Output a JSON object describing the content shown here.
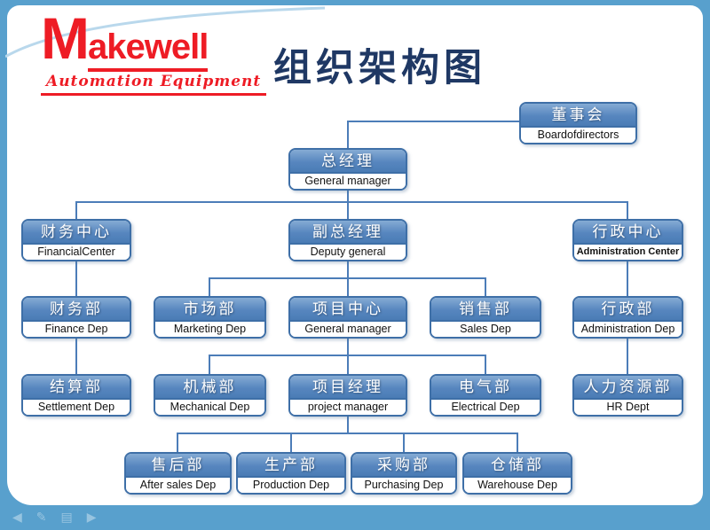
{
  "frame": {
    "bg_color": "#58a0cd",
    "footer_icons": [
      {
        "name": "prev-slide-arrow-icon",
        "glyph": "◀"
      },
      {
        "name": "pen-icon",
        "glyph": "✎"
      },
      {
        "name": "slide-menu-icon",
        "glyph": "▤"
      },
      {
        "name": "next-slide-arrow-icon",
        "glyph": "▶"
      }
    ]
  },
  "logo": {
    "initial": "M",
    "word_rest": "akewell",
    "subtitle": "Automation Equipment",
    "color": "#ee1c25"
  },
  "title": {
    "text": "组织架构图",
    "color": "#1f3864"
  },
  "org": {
    "colors": {
      "box_fill": "#4f81bd",
      "box_border": "#3e6fa7",
      "connector": "#4c7db8",
      "header_text": "#ffffff",
      "sub_text": "#111111"
    },
    "nodes": {
      "board": {
        "zh": "董事会",
        "en": "Boardofdirectors"
      },
      "gm": {
        "zh": "总经理",
        "en": "General manager"
      },
      "finance_center": {
        "zh": "财务中心",
        "en": "FinancialCenter"
      },
      "deputy_gm": {
        "zh": "副总经理",
        "en": "Deputy general"
      },
      "admin_center": {
        "zh": "行政中心",
        "en": "Administration Center"
      },
      "finance_dep": {
        "zh": "财务部",
        "en": "Finance Dep"
      },
      "marketing_dep": {
        "zh": "市场部",
        "en": "Marketing Dep"
      },
      "project_center": {
        "zh": "项目中心",
        "en": "General manager"
      },
      "sales_dep": {
        "zh": "销售部",
        "en": "Sales Dep"
      },
      "admin_dep": {
        "zh": "行政部",
        "en": "Administration Dep"
      },
      "settlement_dep": {
        "zh": "结算部",
        "en": "Settlement Dep"
      },
      "mechanical_dep": {
        "zh": "机械部",
        "en": "Mechanical Dep"
      },
      "project_manager": {
        "zh": "项目经理",
        "en": "project manager"
      },
      "electrical_dep": {
        "zh": "电气部",
        "en": "Electrical Dep"
      },
      "hr_dept": {
        "zh": "人力资源部",
        "en": "HR Dept"
      },
      "after_sales_dep": {
        "zh": "售后部",
        "en": "After sales Dep"
      },
      "production_dep": {
        "zh": "生产部",
        "en": "Production Dep"
      },
      "purchasing_dep": {
        "zh": "采购部",
        "en": "Purchasing Dep"
      },
      "warehouse_dep": {
        "zh": "仓储部",
        "en": "Warehouse Dep"
      }
    },
    "edges": [
      [
        "board",
        "gm"
      ],
      [
        "gm",
        "finance_center"
      ],
      [
        "gm",
        "deputy_gm"
      ],
      [
        "gm",
        "admin_center"
      ],
      [
        "finance_center",
        "finance_dep"
      ],
      [
        "finance_dep",
        "settlement_dep"
      ],
      [
        "deputy_gm",
        "marketing_dep"
      ],
      [
        "deputy_gm",
        "project_center"
      ],
      [
        "deputy_gm",
        "sales_dep"
      ],
      [
        "project_center",
        "mechanical_dep"
      ],
      [
        "project_center",
        "project_manager"
      ],
      [
        "project_center",
        "electrical_dep"
      ],
      [
        "project_manager",
        "after_sales_dep"
      ],
      [
        "project_manager",
        "production_dep"
      ],
      [
        "project_manager",
        "purchasing_dep"
      ],
      [
        "project_manager",
        "warehouse_dep"
      ],
      [
        "admin_center",
        "admin_dep"
      ],
      [
        "admin_dep",
        "hr_dept"
      ]
    ]
  }
}
